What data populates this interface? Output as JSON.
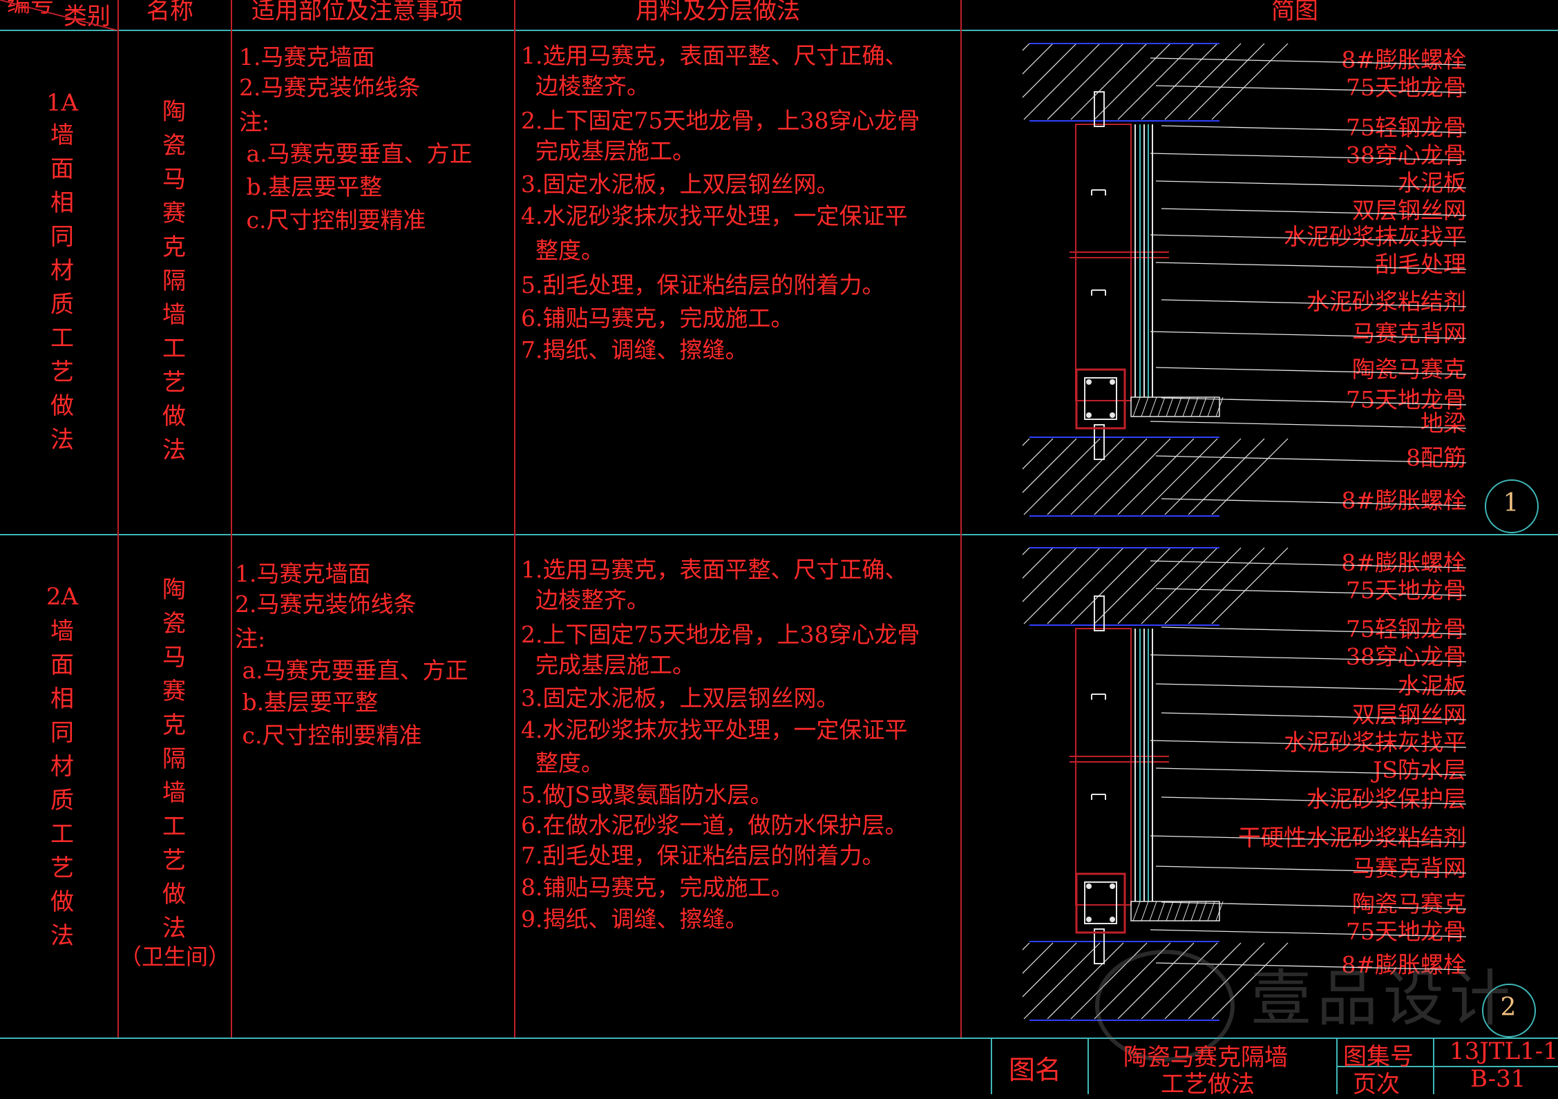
{
  "header": {
    "col_number_category": "类别",
    "col_number_prefix": "编号",
    "col_name": "名称",
    "col_scope": "适用部位及注意事项",
    "col_method": "用料及分层做法",
    "col_diagram": "简图"
  },
  "rows": [
    {
      "code": "1A",
      "category": [
        "墙",
        "面",
        "相",
        "同",
        "材",
        "质",
        "工",
        "艺",
        "做",
        "法"
      ],
      "name": [
        "陶",
        "瓷",
        "马",
        "赛",
        "克",
        "隔",
        "墙",
        "工",
        "艺",
        "做",
        "法"
      ],
      "name_suffix": "",
      "scope": [
        "1.马赛克墙面",
        "2.马赛克装饰线条",
        "注:",
        " a.马赛克要垂直、方正",
        " b.基层要平整",
        " c.尺寸控制要精准"
      ],
      "method": [
        "1.选用马赛克，表面平整、尺寸正确、",
        "  边棱整齐。",
        "2.上下固定75天地龙骨，上38穿心龙骨",
        "  完成基层施工。",
        "3.固定水泥板，上双层钢丝网。",
        "4.水泥砂浆抹灰找平处理，一定保证平",
        "  整度。",
        "5.刮毛处理，保证粘结层的附着力。",
        "6.铺贴马赛克，完成施工。",
        "7.揭纸、调缝、擦缝。"
      ],
      "labels": [
        "8#膨胀螺栓",
        "75天地龙骨",
        "75轻钢龙骨",
        "38穿心龙骨",
        "水泥板",
        "双层钢丝网",
        "水泥砂浆抹灰找平",
        "刮毛处理",
        "水泥砂浆粘结剂",
        "马赛克背网",
        "陶瓷马赛克",
        "75天地龙骨",
        "地梁",
        "8配筋",
        "8#膨胀螺栓"
      ],
      "detail_number": "1"
    },
    {
      "code": "2A",
      "category": [
        "墙",
        "面",
        "相",
        "同",
        "材",
        "质",
        "工",
        "艺",
        "做",
        "法"
      ],
      "name": [
        "陶",
        "瓷",
        "马",
        "赛",
        "克",
        "隔",
        "墙",
        "工",
        "艺",
        "做",
        "法"
      ],
      "name_suffix": "（卫生间）",
      "scope": [
        "1.马赛克墙面",
        "2.马赛克装饰线条",
        "注:",
        " a.马赛克要垂直、方正",
        " b.基层要平整",
        " c.尺寸控制要精准"
      ],
      "method": [
        "1.选用马赛克，表面平整、尺寸正确、",
        "  边棱整齐。",
        "2.上下固定75天地龙骨，上38穿心龙骨",
        "  完成基层施工。",
        "3.固定水泥板，上双层钢丝网。",
        "4.水泥砂浆抹灰找平处理，一定保证平",
        "  整度。",
        "5.做JS或聚氨酯防水层。",
        "6.在做水泥砂浆一道，做防水保护层。",
        "7.刮毛处理，保证粘结层的附着力。",
        "8.铺贴马赛克，完成施工。",
        "9.揭纸、调缝、擦缝。"
      ],
      "labels": [
        "8#膨胀螺栓",
        "75天地龙骨",
        "75轻钢龙骨",
        "38穿心龙骨",
        "水泥板",
        "双层钢丝网",
        "水泥砂浆抹灰找平",
        "JS防水层",
        "水泥砂浆保护层",
        "干硬性水泥砂浆粘结剂",
        "马赛克背网",
        "陶瓷马赛克",
        "75天地龙骨",
        "8#膨胀螺栓"
      ],
      "detail_number": "2"
    }
  ],
  "title_block": {
    "drawing_name_label": "图名",
    "drawing_name": [
      "陶瓷马赛克隔墙",
      "工艺做法"
    ],
    "atlas_no_label": "图集号",
    "atlas_no": "13JTL1-1",
    "page_label": "页次",
    "page": "B-31"
  },
  "watermark": "壹品设计",
  "colors": {
    "line": "#3fb8b8",
    "text": "#ff2a2a",
    "border_red": "#c0202a",
    "detail_white": "#e6e6e6",
    "dim_blue": "#3040ff"
  }
}
